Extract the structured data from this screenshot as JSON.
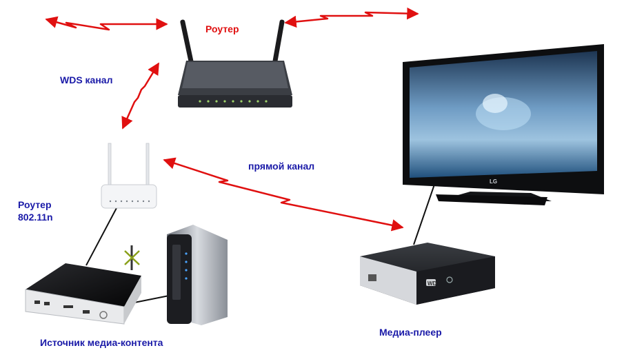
{
  "labels": {
    "router_top": "Роутер",
    "wds_channel": "WDS канал",
    "direct_channel": "прямой канал",
    "router_small_line1": "Роутер",
    "router_small_line2": "802.11n",
    "media_source": "Источник медиа-контента",
    "media_player": "Медиа-плеер",
    "tv_brand": "LG",
    "player_brand": "WD"
  },
  "colors": {
    "wireless_link": "#e01010",
    "wired_link": "#111111",
    "label_red": "#e01010",
    "label_blue": "#1a1aa8"
  },
  "devices": [
    {
      "id": "dsl-router",
      "icon": "router-with-antennas-icon"
    },
    {
      "id": "wifi-router",
      "icon": "white-router-icon"
    },
    {
      "id": "media-pc",
      "icon": "mini-pc-icon"
    },
    {
      "id": "nas",
      "icon": "nas-storage-icon"
    },
    {
      "id": "tv",
      "icon": "flat-tv-icon"
    },
    {
      "id": "media-player",
      "icon": "media-player-icon"
    }
  ]
}
